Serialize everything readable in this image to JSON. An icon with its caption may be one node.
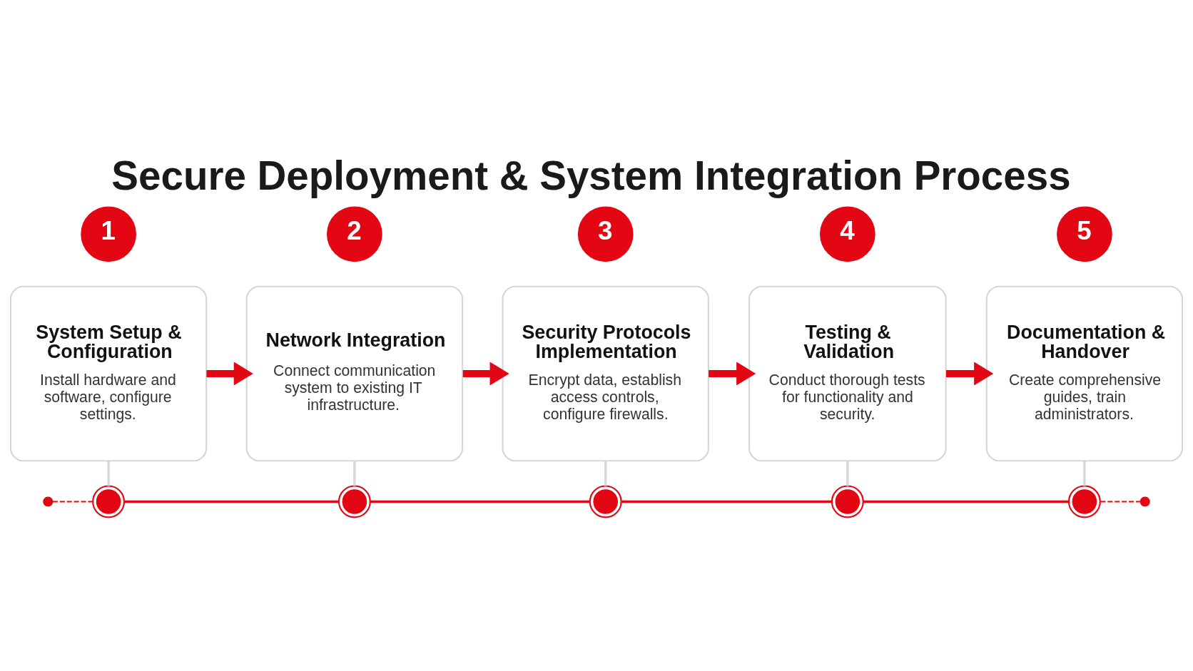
{
  "diagram": {
    "title": "Secure Deployment & System Integration Process",
    "nodes": [
      {
        "text": [
          "1"
        ]
      },
      {
        "text": [
          "System Setup & Configuration",
          "Install hardware and software, configure settings."
        ]
      },
      {
        "text": [
          "2"
        ]
      },
      {
        "text": [
          "Network Integration",
          "Connect communication system to existing IT infrastructure."
        ]
      },
      {
        "text": [
          "3"
        ]
      },
      {
        "text": [
          "Security Protocols Implementation",
          "Encrypt data, establish access controls, configure firewalls."
        ]
      },
      {
        "text": [
          "4"
        ]
      },
      {
        "text": [
          "Testing & Validation",
          "Conduct thorough tests for functionality and security."
        ]
      },
      {
        "text": [
          "5"
        ]
      },
      {
        "text": [
          "Documentation & Handover",
          "Create comprehensive guides, train administrators."
        ]
      },
      {
        "text": [],
        "shape": "circle"
      },
      {
        "text": [],
        "shape": "circle"
      },
      {
        "text": [],
        "shape": "circle"
      },
      {
        "text": [],
        "shape": "circle"
      },
      {
        "text": [],
        "shape": "circle"
      },
      {
        "text": [],
        "shape": "circle"
      },
      {
        "text": [],
        "shape": "circle"
      }
    ],
    "edges": [
      {
        "from": 1,
        "to": 3,
        "arrow": "to",
        "style": "thick"
      },
      {
        "from": 3,
        "to": 5,
        "arrow": "to",
        "style": "thick"
      },
      {
        "from": 5,
        "to": 7,
        "arrow": "to",
        "style": "thick"
      },
      {
        "from": 7,
        "to": 9,
        "arrow": "to",
        "style": "thick"
      },
      {
        "from": 10,
        "to": 11,
        "arrow": "none",
        "style": "dashed"
      },
      {
        "from": 11,
        "to": 12,
        "arrow": "none"
      },
      {
        "from": 12,
        "to": 13,
        "arrow": "none"
      },
      {
        "from": 13,
        "to": 14,
        "arrow": "none"
      },
      {
        "from": 14,
        "to": 15,
        "arrow": "none"
      },
      {
        "from": 15,
        "to": 16,
        "arrow": "none",
        "style": "dashed"
      },
      {
        "from": 1,
        "to": 11,
        "arrow": "none",
        "color": "#d9d9d9"
      },
      {
        "from": 3,
        "to": 12,
        "arrow": "none",
        "color": "#d9d9d9"
      },
      {
        "from": 5,
        "to": 13,
        "arrow": "none",
        "color": "#d9d9d9"
      },
      {
        "from": 7,
        "to": 14,
        "arrow": "none",
        "color": "#d9d9d9"
      },
      {
        "from": 9,
        "to": 15,
        "arrow": "none",
        "color": "#d9d9d9"
      }
    ]
  }
}
